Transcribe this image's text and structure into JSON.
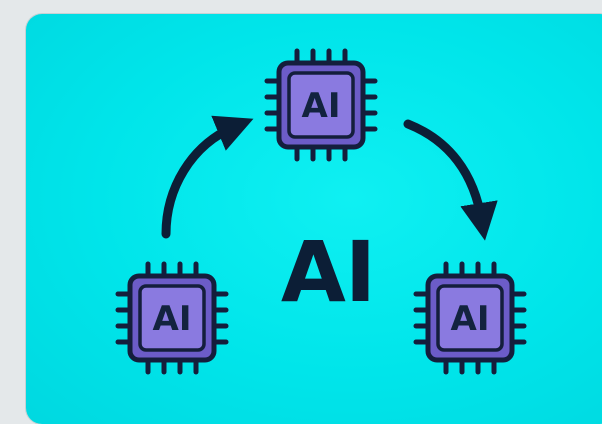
{
  "center_label": "AI",
  "chips": [
    {
      "label": "AI"
    },
    {
      "label": "AI"
    },
    {
      "label": "AI"
    }
  ],
  "colors": {
    "background": "#00e5ea",
    "chip_fill": "#7b6bd6",
    "chip_outline": "#141e3c",
    "arrow": "#0c1e36",
    "text": "#0c1e36"
  },
  "icons": [
    "ai-chip-icon",
    "arrow-icon"
  ]
}
